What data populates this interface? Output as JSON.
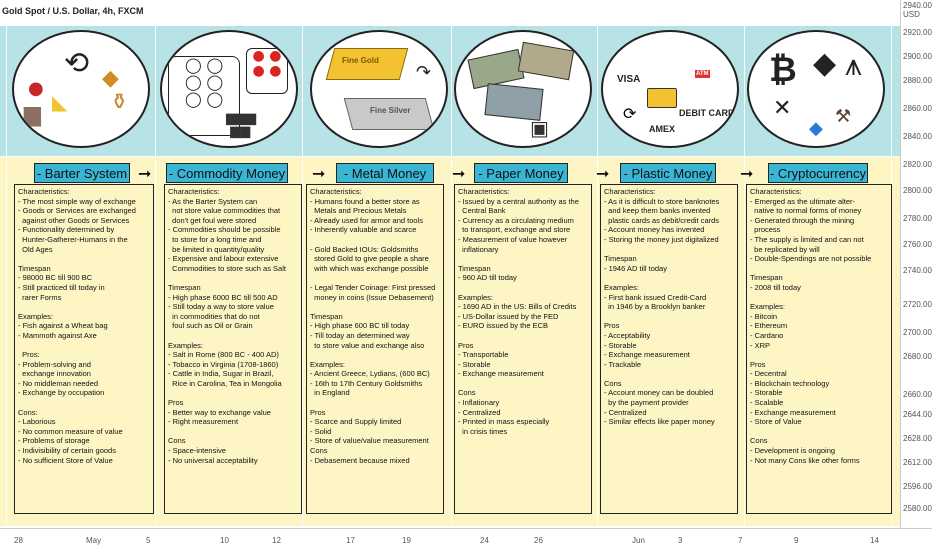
{
  "chart_header": "Gold Spot / U.S. Dollar, 4h, FXCM",
  "y_axis": {
    "ticks": [
      "2920.00",
      "2900.00",
      "2880.00",
      "2860.00",
      "2840.00",
      "2820.00",
      "2800.00",
      "2780.00",
      "2760.00",
      "2740.00",
      "2720.00",
      "2700.00",
      "2680.00",
      "2660.00",
      "2644.00",
      "2628.00",
      "2612.00",
      "2596.00",
      "2580.00"
    ],
    "top_label": "2940.00",
    "unit": "USD"
  },
  "x_axis": {
    "ticks": [
      "28",
      "May",
      "5",
      "10",
      "12",
      "17",
      "19",
      "24",
      "26",
      "Jun",
      "3",
      "7",
      "9",
      "14"
    ]
  },
  "icons": {
    "barter": [
      "arrow-cycle-icon",
      "apple-icon",
      "cow-icon",
      "cheese-icon",
      "goat-icon",
      "vase-icon"
    ],
    "commodity": [
      "eggs-icon",
      "cows-icon"
    ],
    "metal": [
      "gold-bars-icon",
      "silver-bars-icon"
    ],
    "paper": [
      "banknotes-icon"
    ],
    "plastic": [
      "credit-card-icon"
    ],
    "crypto": [
      "bitcoin-icon",
      "ethereum-icon",
      "cardano-icon",
      "xrp-icon"
    ]
  },
  "images": {
    "metal_gold_label": "Fine Gold",
    "metal_silver_label": "Fine Silver",
    "plastic_labels": [
      "VISA",
      "ATM",
      "DEBIT CARD",
      "AMEX"
    ]
  },
  "sections": [
    {
      "title": "- Barter System",
      "text": "Characteristics:\n- The most simple way of exchange\n- Goods or Services are exchanged\n  against other Goods or Services\n- Functionality determined by\n  Hunter-Gatherer-Humans in the\n  Old Ages\n\nTimespan\n- 98000 BC till 900 BC\n- Still practiced till today in\n  rarer Forms\n\nExamples:\n- Fish against a Wheat bag\n- Mammoth against Axe\n\n  Pros:\n- Problem-solving and\n  exchange innovation\n- No middleman needed\n- Exchange by occupation\n\nCons:\n- Laborious\n- No common measure of value\n- Problems of storage\n- Indivisibility of certain goods\n- No sufficient Store of Value"
    },
    {
      "title": "- Commodity Money",
      "text": "Characteristics:\n- As the Barter System can\n  not store value commodities that\n  don't get foul were stored\n- Commodities should be possible\n  to store for a long time and\n  be limited in quantity/quality\n- Expensive and labour extensive\n  Commodities to store such as Salt\n\nTimespan\n- High phase 6000 BC till 500 AD\n- Still today a way to store value\n  in commodities that do not\n  foul such as Oil or Grain\n\nExamples:\n- Salt in Rome (800 BC - 400 AD)\n- Tobacco in Virginia (1708-1860)\n- Cattle in India, Sugar in Brazil,\n  Rice in Carolina, Tea in Mongolia\n\nPros\n- Better way to exchange value\n- Right measurement\n\nCons\n- Space-intensive\n- No universal acceptability"
    },
    {
      "title": "- Metal Money",
      "text": "Characteristics:\n- Humans found a better store as\n  Metals and Precious Metals\n- Already used for armor and tools\n- Inherently valuable and scarce\n\n- Gold Backed IOUs: Goldsmiths\n  stored Gold to give people a share\n  with which was exchange possible\n\n- Legal Tender Coinage: First pressed\n  money in coins (Issue Debasement)\n\nTimespan\n- High phase 600 BC till today\n- Till today an determined way\n  to store value and exchange also\n\nExamples:\n- Ancient Greece, Lydians, (600 BC)\n- 16th to 17th Century Goldsmiths\n  in England\n\nPros\n- Scarce and Supply limited\n- Solid\n- Store of value/value measurement\nCons\n- Debasement because mixed"
    },
    {
      "title": "- Paper Money",
      "text": "Characteristics:\n- Issued by a central authority as the\n  Central Bank\n- Currency as a circulating medium\n  to transport, exchange and store\n- Measurement of value however\n  inflationary\n\nTimespan\n- 960 AD till today\n\nExamples:\n- 1690 AD in the US: Bills of Credits\n- US-Dollar issued by the FED\n- EURO issued by the ECB\n\nPros\n- Transportable\n- Storable\n- Exchange measurement\n\nCons\n- Inflationary\n- Centralized\n- Printed in mass especially\n  in crisis times"
    },
    {
      "title": "- Plastic Money",
      "text": "Characteristics:\n- As it is difficult to store banknotes\n  and keep them banks invented\n  plastic cards as debit/credit cards\n- Account money has invented\n- Storing the money just digitalized\n\nTimespan\n- 1946 AD till today\n\nExamples:\n- First bank issued Credit-Card\n  in 1946 by a Brooklyn banker\n\nPros\n- Acceptability\n- Storable\n- Exchange measurement\n- Trackable\n\nCons\n- Account money can be doubled\n  by the payment provider\n- Centralized\n- Similar effects like paper money"
    },
    {
      "title": "- Cryptocurrency",
      "text": "Characteristics:\n- Emerged as the ultimate alter-\n  native to normal forms of money\n- Generated through the mining\n  process\n- The supply is limited and can not\n  be replicated by will\n- Double-Spendings are not possible\n\nTimespan\n- 2008 till today\n\nExamples:\n- Bitcoin\n- Ethereum\n- Cardano\n- XRP\n\nPros\n- Decentral\n- Blockchain technology\n- Storable\n- Scalable\n- Exchange measurement\n- Store of Value\n\nCons\n- Development is ongoing\n- Not many Cons like other forms"
    }
  ],
  "colors": {
    "top_band": "#b8e3e6",
    "bottom_band": "#fdf6c4",
    "header_fill": "#38b6d4"
  }
}
